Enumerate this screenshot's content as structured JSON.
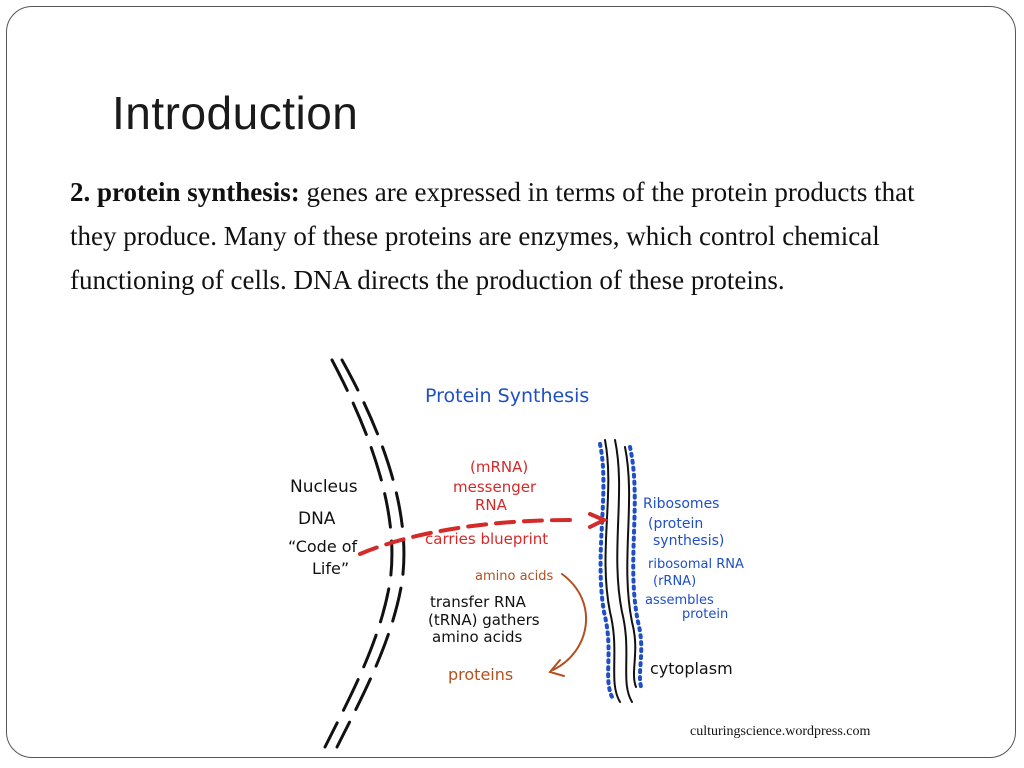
{
  "slide": {
    "title": "Introduction",
    "paragraph": {
      "lead": "2. protein synthesis:",
      "text": " genes are expressed in terms of the protein products that they produce. Many of these proteins are enzymes, which control chemical functioning of cells. DNA directs the production of these proteins."
    },
    "credit": "culturingscience.wordpress.com"
  },
  "figure": {
    "title": "Protein Synthesis",
    "nucleus": "Nucleus",
    "dna": "DNA",
    "code_line1": "“Code of",
    "code_line2": "Life”",
    "mrna_line1": "(mRNA)",
    "mrna_line2": "messenger",
    "mrna_line3": "RNA",
    "carries": "carries blueprint",
    "ribosomes_line1": "Ribosomes",
    "ribosomes_line2": "(protein",
    "ribosomes_line3": "synthesis)",
    "rrna_line1": "ribosomal RNA",
    "rrna_line2": "(rRNA)",
    "rrna_line3": "assembles",
    "rrna_line4": "protein",
    "amino": "amino acids",
    "trna_line1": "transfer RNA",
    "trna_line2": "(tRNA) gathers",
    "trna_line3": "amino acids",
    "proteins": "proteins",
    "cytoplasm": "cytoplasm",
    "colors": {
      "red": "#d42a2a",
      "blue": "#1f4fc4",
      "orange": "#b4501f",
      "black": "#111111"
    }
  }
}
